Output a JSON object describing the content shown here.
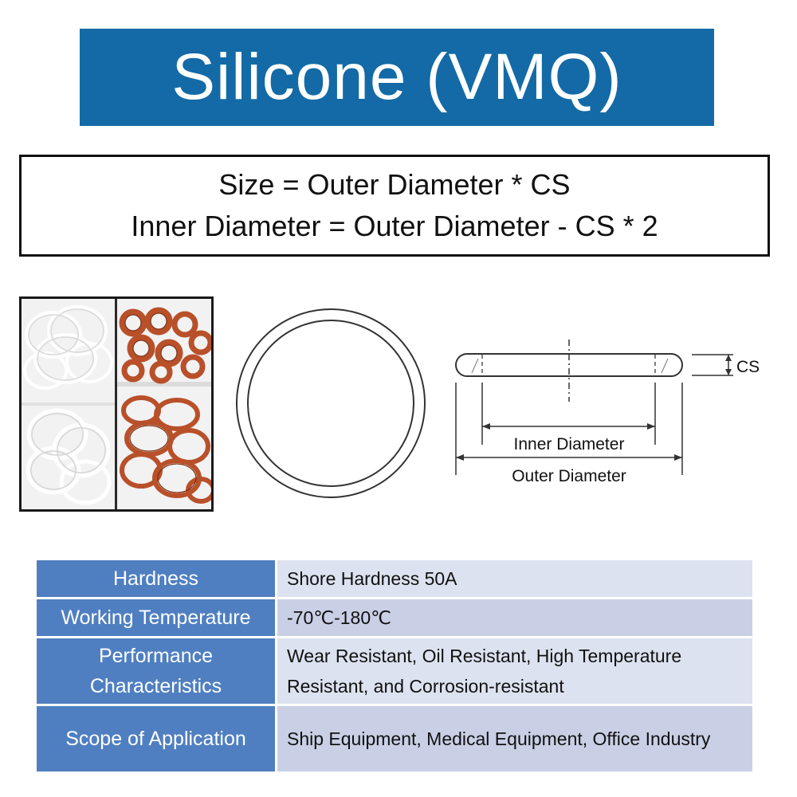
{
  "title": "Silicone (VMQ)",
  "formulas": {
    "size": "Size = Outer Diameter * CS",
    "inner": "Inner Diameter = Outer Diameter - CS * 2"
  },
  "diagram": {
    "cs_label": "CS",
    "inner_label": "Inner Diameter",
    "outer_label": "Outer Diameter"
  },
  "specs": [
    {
      "key": "Hardness",
      "value": "Shore Hardness 50A"
    },
    {
      "key": "Working Temperature",
      "value": "-70℃-180℃"
    },
    {
      "key": "Performance Characteristics",
      "value": "Wear Resistant, Oil Resistant, High Temperature Resistant, and Corrosion-resistant"
    },
    {
      "key": "Scope of Application",
      "value": "Ship Equipment, Medical Equipment, Office Industry"
    }
  ],
  "colors": {
    "banner": "#136aa6",
    "table_key": "#4f7fc1",
    "table_value": "#dde2f0",
    "ring_red": "#b8502a",
    "ring_white": "#f4f4f4"
  }
}
